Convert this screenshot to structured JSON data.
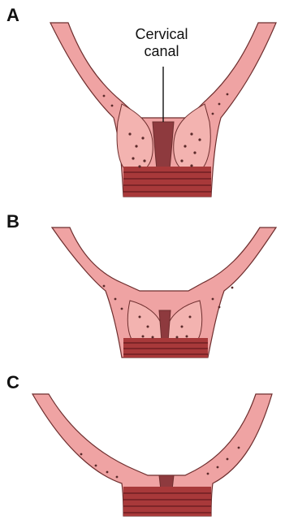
{
  "panels": [
    {
      "letter": "A"
    },
    {
      "letter": "B"
    },
    {
      "letter": "C"
    }
  ],
  "callout": {
    "line1": "Cervical",
    "line2": "canal"
  },
  "colors": {
    "tissue": "#EFA3A3",
    "tissue_outline": "#6E2E2E",
    "canal": "#8E3A3E",
    "muscle": "#A8393A",
    "muscle_stripe": "#6F1F22",
    "gland_dots": "#5A2A2A"
  }
}
